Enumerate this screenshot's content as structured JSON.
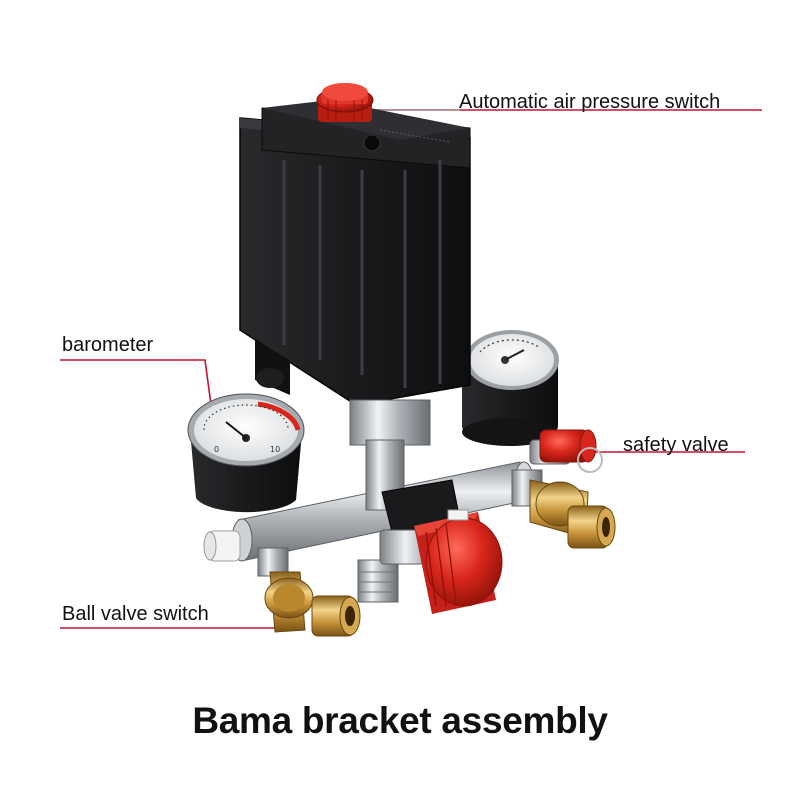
{
  "caption": "Bama bracket assembly",
  "callouts": {
    "auto_switch": "Automatic air pressure switch",
    "barometer": "barometer",
    "safety_valve": "safety valve",
    "ball_valve": "Ball valve switch"
  },
  "colors": {
    "leader_line": "#c8102e",
    "switch_body": "#1c1c1e",
    "knob_red": "#d9261c",
    "brass": "#c89a3c",
    "chrome": "#b9bcc0"
  }
}
